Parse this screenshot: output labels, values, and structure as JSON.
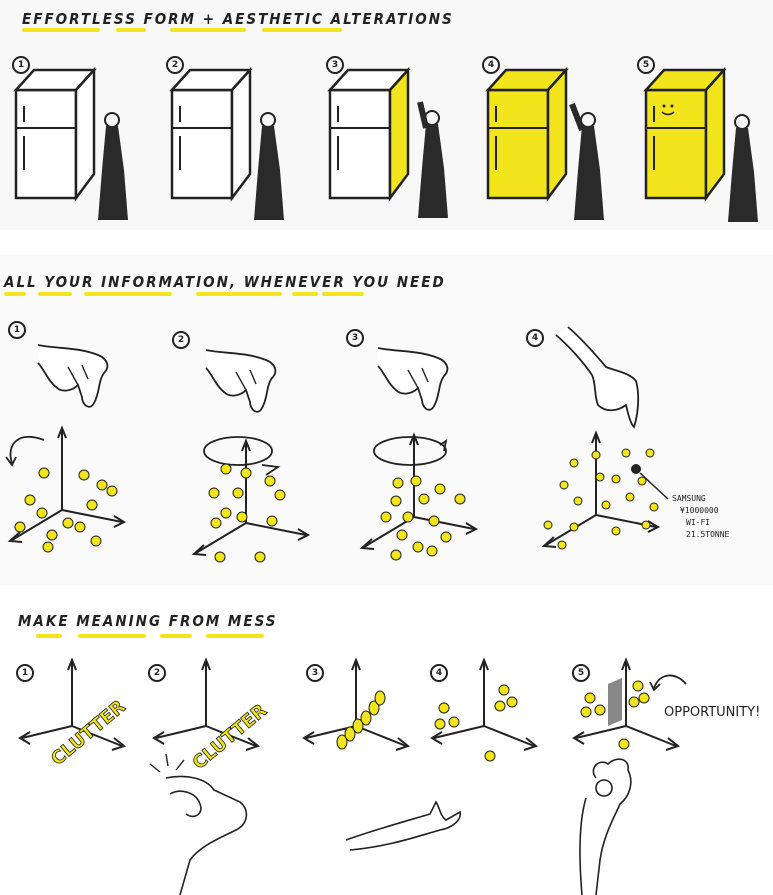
{
  "sections": [
    {
      "heading": "EFFORTLESS FORM + AESTHETIC ALTERATIONS",
      "steps": [
        "1",
        "2",
        "3",
        "4",
        "5"
      ]
    },
    {
      "heading": "ALL YOUR INFORMATION, WHENEVER YOU NEED",
      "steps": [
        "1",
        "2",
        "3",
        "4"
      ],
      "annotation": [
        "SAMSUNG",
        "¥1000000",
        "WI-FI",
        "21.5TONNE"
      ]
    },
    {
      "heading": "MAKE MEANING FROM MESS",
      "steps": [
        "1",
        "2",
        "3",
        "4",
        "5"
      ],
      "words": {
        "clutter_1": "CLUTTER",
        "clutter_2": "CLUTTER",
        "opportunity": "OPPORTUNITY!"
      }
    }
  ],
  "colors": {
    "highlight": "#f2e51b",
    "ink": "#222222",
    "figure": "#2a2a2a"
  }
}
